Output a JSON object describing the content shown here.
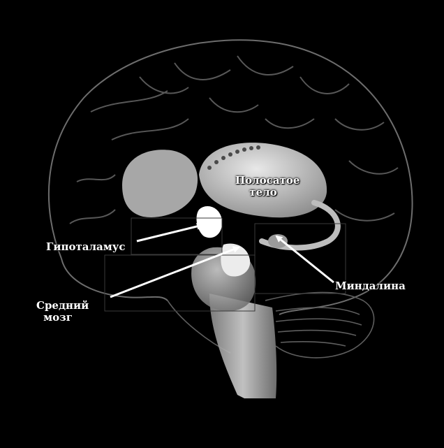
{
  "labels": {
    "striatum_line1": "Полосатое",
    "striatum_line2": "тело",
    "hypothalamus": "Гипоталамус",
    "midbrain_line1": "Средний",
    "midbrain_line2": "мозг",
    "amygdala": "Миндалина"
  },
  "colors": {
    "background": "#000000",
    "label_text": "#ffffff",
    "structure_fill": "#cfcfcf",
    "cortex_outline": "#6d6d6d"
  },
  "icons": {
    "arrows": "white-arrow"
  }
}
